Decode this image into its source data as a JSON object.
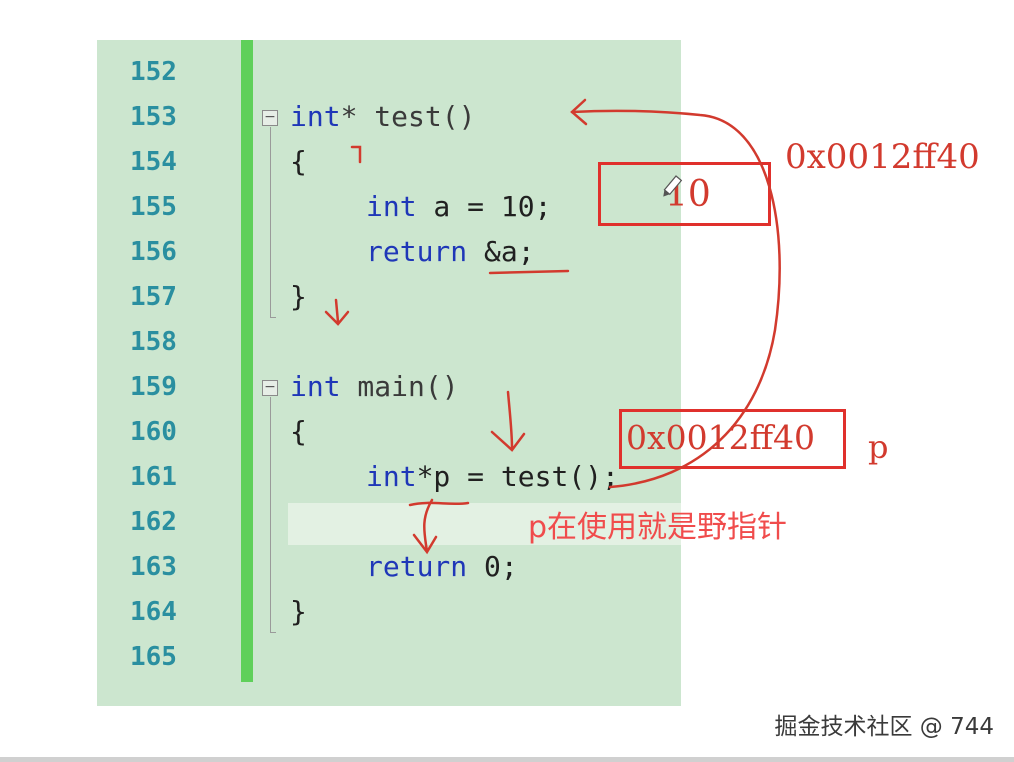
{
  "editor": {
    "line_numbers": [
      "152",
      "153",
      "154",
      "155",
      "156",
      "157",
      "158",
      "159",
      "160",
      "161",
      "162",
      "163",
      "164",
      "165"
    ],
    "lines": {
      "l153": {
        "kw": "int",
        "rest": "* test()"
      },
      "l154": "{",
      "l155": {
        "kw": "int",
        "rest": " a = 10;"
      },
      "l156": {
        "kw": "return",
        "rest": " &a;"
      },
      "l157": "}",
      "l159": {
        "kw": "int",
        "rest": " main()"
      },
      "l160": "{",
      "l161": {
        "kw": "int",
        "rest": "*p = test();"
      },
      "l163": {
        "kw": "return",
        "rest": " 0;"
      },
      "l164": "}"
    },
    "fold_symbol": "−"
  },
  "annotations": {
    "address_top": "0x0012ff40",
    "value_box": "10",
    "address_box": "0x0012ff40",
    "pointer_label": "p",
    "note": "p在使用就是野指针",
    "ink_color": "#d23a2e"
  },
  "watermark": "掘金技术社区 @ 744"
}
